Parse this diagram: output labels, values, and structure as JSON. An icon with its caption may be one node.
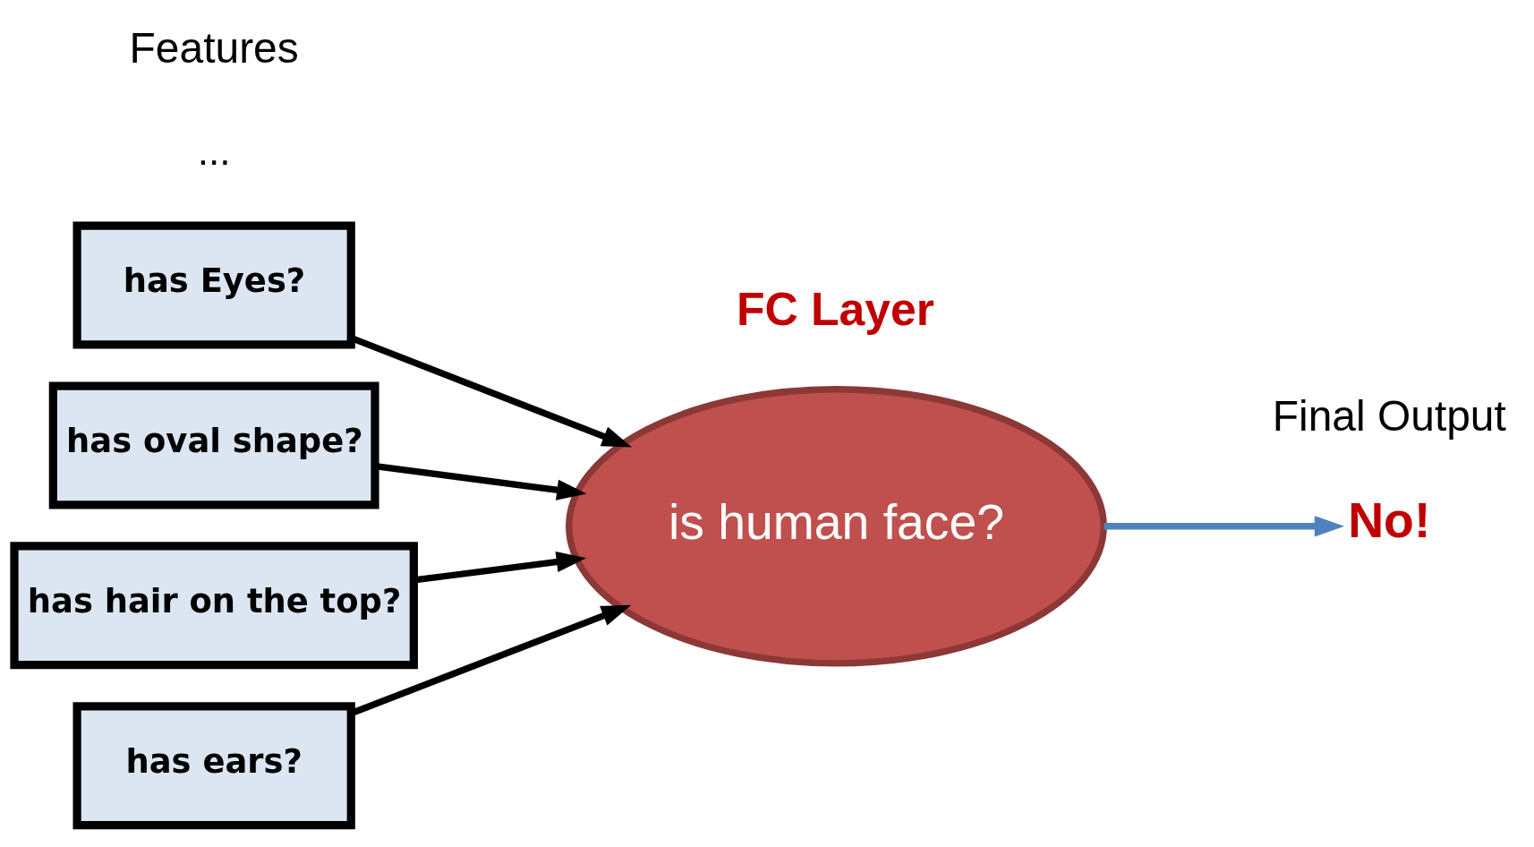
{
  "diagram": {
    "nodes": [
      {
        "text": [
          "has Eyes?"
        ]
      },
      {
        "text": [
          "has oval shape?"
        ]
      },
      {
        "text": [
          "has hair on the top?"
        ]
      },
      {
        "text": [
          "has ears?"
        ]
      },
      {
        "text": [
          "is human face?"
        ]
      },
      {
        "text": [
          "No!"
        ]
      }
    ],
    "edges": [
      {
        "from": 0,
        "to": 4,
        "arrow": "to"
      },
      {
        "from": 1,
        "to": 4,
        "arrow": "to"
      },
      {
        "from": 2,
        "to": 4,
        "arrow": "to"
      },
      {
        "from": 3,
        "to": 4,
        "arrow": "to"
      },
      {
        "from": 4,
        "to": 5,
        "arrow": "to",
        "color": "#4f81bd"
      }
    ],
    "labels": [
      "...",
      "Features",
      "FC Layer",
      "Final Output"
    ]
  }
}
